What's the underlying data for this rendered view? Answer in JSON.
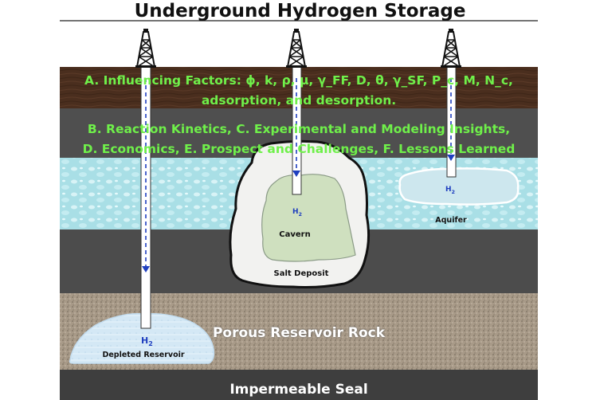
{
  "title": "Underground Hydrogen Storage",
  "overlay": {
    "line_a1": "A. Influencing Factors: ϕ, k, ρ, μ, γ_FF, D, θ, γ_SF, P_c, M, N_c,",
    "line_a2": "adsorption, and desorption.",
    "line_b1": "B. Reaction Kinetics, C. Experimental and Modeling Insights,",
    "line_b2": "D. Economics, E. Prospect and Challenges, F. Lessons Learned"
  },
  "labels": {
    "porous_rock": "Porous Reservoir Rock",
    "impermeable_seal": "Impermeable Seal",
    "salt_deposit": "Salt Deposit",
    "cavern": "Cavern",
    "aquifer": "Aquifer",
    "depleted_reservoir": "Depleted Reservoir",
    "h2_symbol": "H",
    "h2_subscript": "2"
  },
  "colors": {
    "soil": "#4a2e1e",
    "rock_gray": "#4d4d4d",
    "water": "#a9dfe6",
    "sand": "#a89a88",
    "seal": "#3e3e3e",
    "cavern_fill": "#cfe0bf",
    "overlay_text": "#6ff04a",
    "arrow": "#1f3fbf"
  }
}
